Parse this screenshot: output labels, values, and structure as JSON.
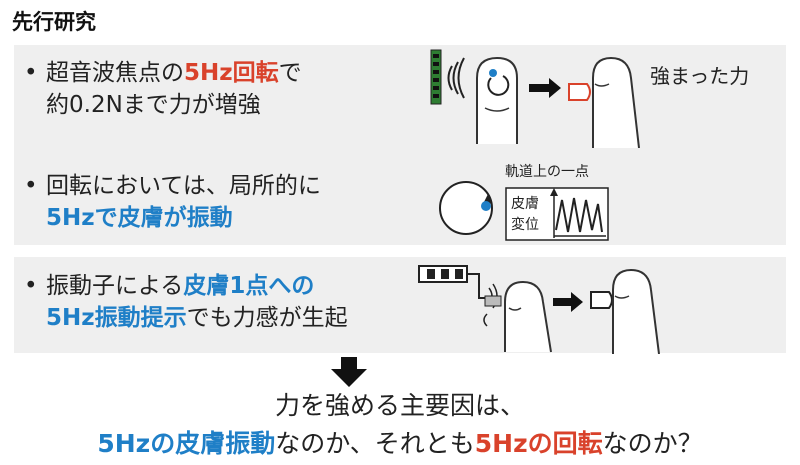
{
  "title": "先行研究",
  "b1": {
    "dot": "•",
    "pre": "超音波焦点の",
    "hl": "5Hz回転",
    "post": "で",
    "line2": "約0.2Nまで力が増強"
  },
  "b2": {
    "dot": "•",
    "line1": "回転においては、局所的に",
    "hl": "5Hzで皮膚が振動"
  },
  "b3": {
    "dot": "•",
    "pre": "振動子による",
    "hl1": "皮膚1点への",
    "hl2": "5Hz振動提示",
    "post": "でも力感が生起"
  },
  "fig1_label": "強まった力",
  "fig2": {
    "label1": "軌道上の一点",
    "label2": "皮膚",
    "label3": "変位"
  },
  "conclusion": {
    "line1": "力を強める主要因は、",
    "a_hl": "5Hzの皮膚振動",
    "a_mid": "なのか、それとも",
    "b_hl": "5Hzの回転",
    "b_post": "なのか？"
  }
}
